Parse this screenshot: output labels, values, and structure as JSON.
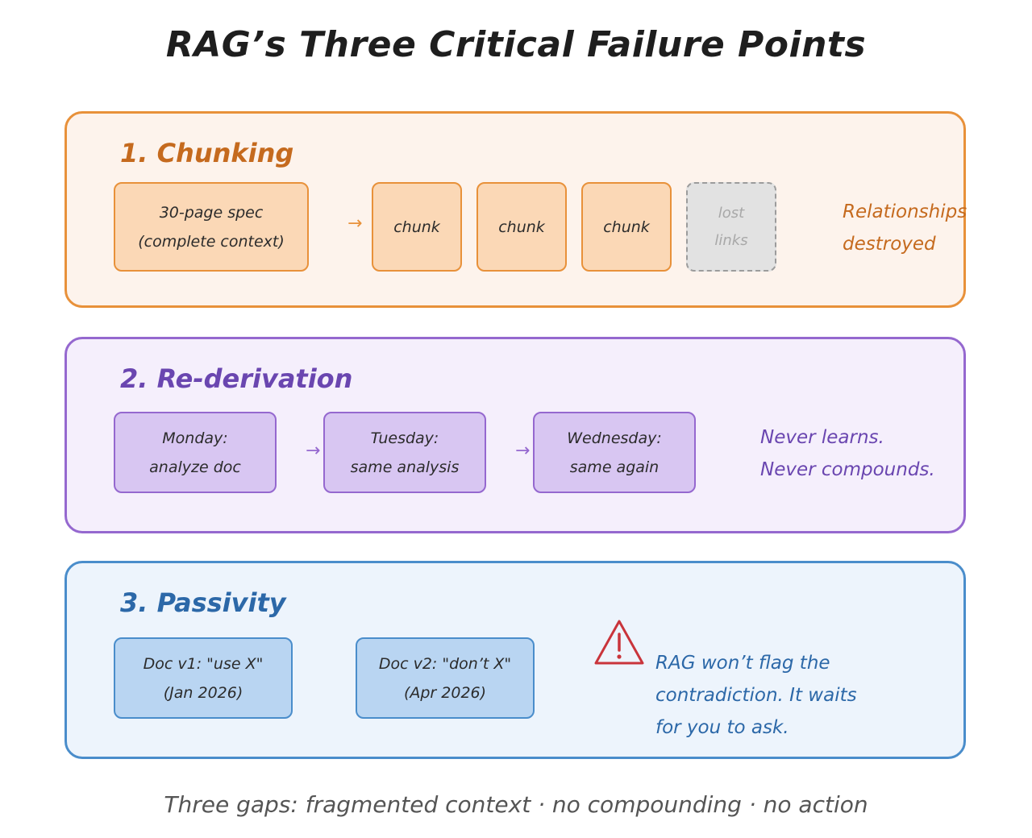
{
  "title": "RAG’s Three Critical Failure Points",
  "panels": {
    "chunking": {
      "title": "1. Chunking",
      "source": [
        "30-page spec",
        "(complete context)"
      ],
      "chunks": [
        "chunk",
        "chunk",
        "chunk"
      ],
      "lost": [
        "lost",
        "links"
      ],
      "note": [
        "Relationships",
        "destroyed"
      ]
    },
    "rederivation": {
      "title": "2. Re-derivation",
      "days": [
        [
          "Monday:",
          "analyze doc"
        ],
        [
          "Tuesday:",
          "same analysis"
        ],
        [
          "Wednesday:",
          "same again"
        ]
      ],
      "note": [
        "Never learns.",
        "Never compounds."
      ]
    },
    "passivity": {
      "title": "3. Passivity",
      "docs": [
        [
          "Doc v1: \"use X\"",
          "(Jan 2026)"
        ],
        [
          "Doc v2: \"don’t X\"",
          "(Apr 2026)"
        ]
      ],
      "warning_icon": "warning-triangle-icon",
      "note": [
        "RAG won’t flag the",
        "contradiction. It waits",
        "for you to ask."
      ]
    }
  },
  "colors": {
    "orange": "#e8913a",
    "purple": "#9568cf",
    "blue": "#4a8dcb",
    "warning": "#c9343b"
  },
  "footer": "Three gaps: fragmented context · no compounding · no action"
}
